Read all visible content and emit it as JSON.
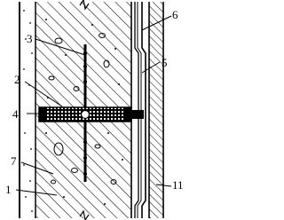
{
  "diagram": {
    "callouts": [
      {
        "id": "c3",
        "text": "3"
      },
      {
        "id": "c2",
        "text": "2"
      },
      {
        "id": "c4",
        "text": "4"
      },
      {
        "id": "c7",
        "text": "7"
      },
      {
        "id": "c1",
        "text": "1"
      },
      {
        "id": "c6",
        "text": "6"
      },
      {
        "id": "c5",
        "text": "5"
      },
      {
        "id": "c11",
        "text": "11"
      }
    ]
  }
}
